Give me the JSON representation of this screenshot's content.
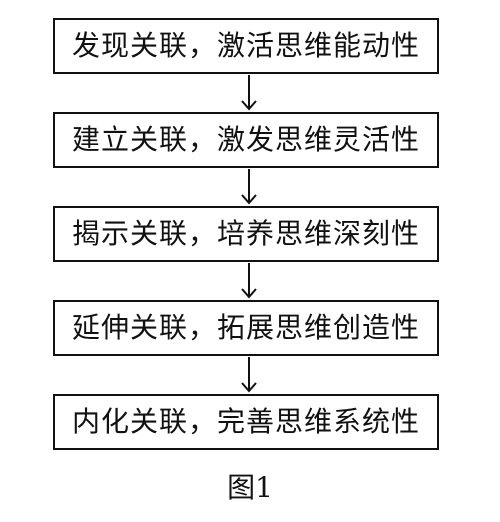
{
  "flowchart": {
    "steps": [
      {
        "label": "发现关联，激活思维能动性"
      },
      {
        "label": "建立关联，激发思维灵活性"
      },
      {
        "label": "揭示关联，培养思维深刻性"
      },
      {
        "label": "延伸关联，拓展思维创造性"
      },
      {
        "label": "内化关联，完善思维系统性"
      }
    ]
  },
  "caption": "图1"
}
